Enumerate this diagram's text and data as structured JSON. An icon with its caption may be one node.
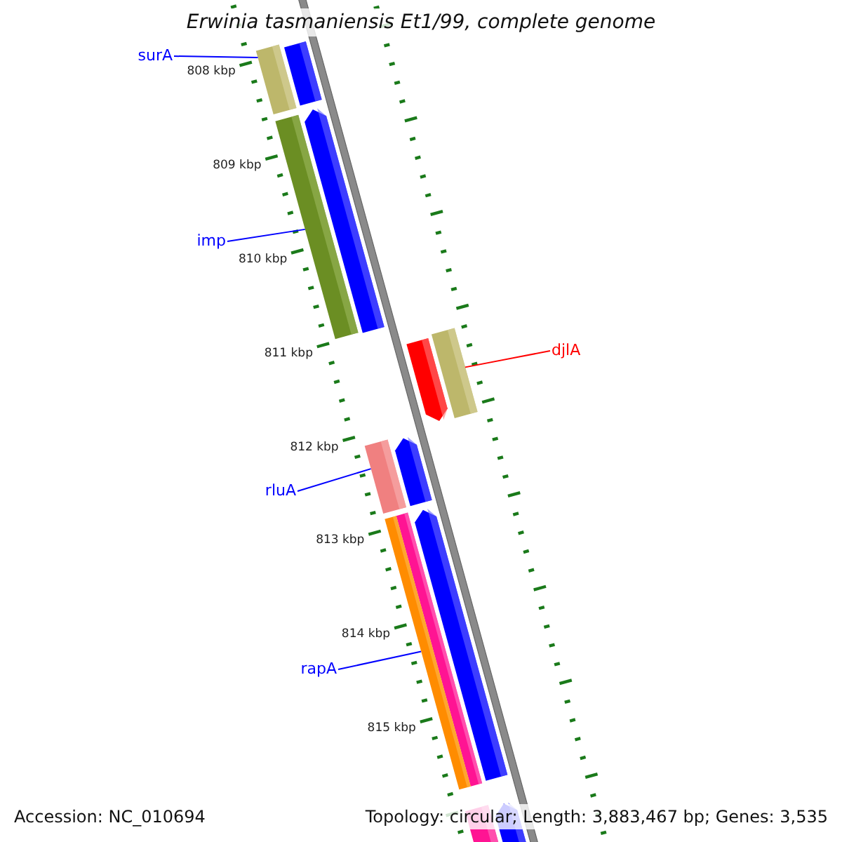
{
  "diagram": {
    "title": "Erwinia tasmaniensis Et1/99, complete genome",
    "nodes": [
      {
        "text": [
          "surA"
        ]
      },
      {
        "text": [],
        "shape": "bar"
      },
      {
        "text": [
          "imp"
        ]
      },
      {
        "text": [],
        "shape": "bar"
      },
      {
        "text": [
          "djlA"
        ]
      },
      {
        "text": [],
        "shape": "bar"
      },
      {
        "text": [
          "rluA"
        ]
      },
      {
        "text": [],
        "shape": "bar"
      },
      {
        "text": [
          "rapA"
        ]
      },
      {
        "text": [],
        "shape": "bar"
      }
    ],
    "edges": [
      {
        "from": 0,
        "to": 1,
        "arrow": "none"
      },
      {
        "from": 2,
        "to": 3,
        "arrow": "none"
      },
      {
        "from": 4,
        "to": 5,
        "arrow": "none",
        "color": "#ff0000"
      },
      {
        "from": 6,
        "to": 7,
        "arrow": "none"
      },
      {
        "from": 8,
        "to": 9,
        "arrow": "none"
      }
    ],
    "labels": [
      "808 kbp",
      "809 kbp",
      "810 kbp",
      "811 kbp",
      "812 kbp",
      "813 kbp",
      "814 kbp",
      "815 kbp",
      "Accession: NC_010694",
      "Topology: circular; Length: 3,883,467 bp; Genes: 3,535"
    ]
  }
}
